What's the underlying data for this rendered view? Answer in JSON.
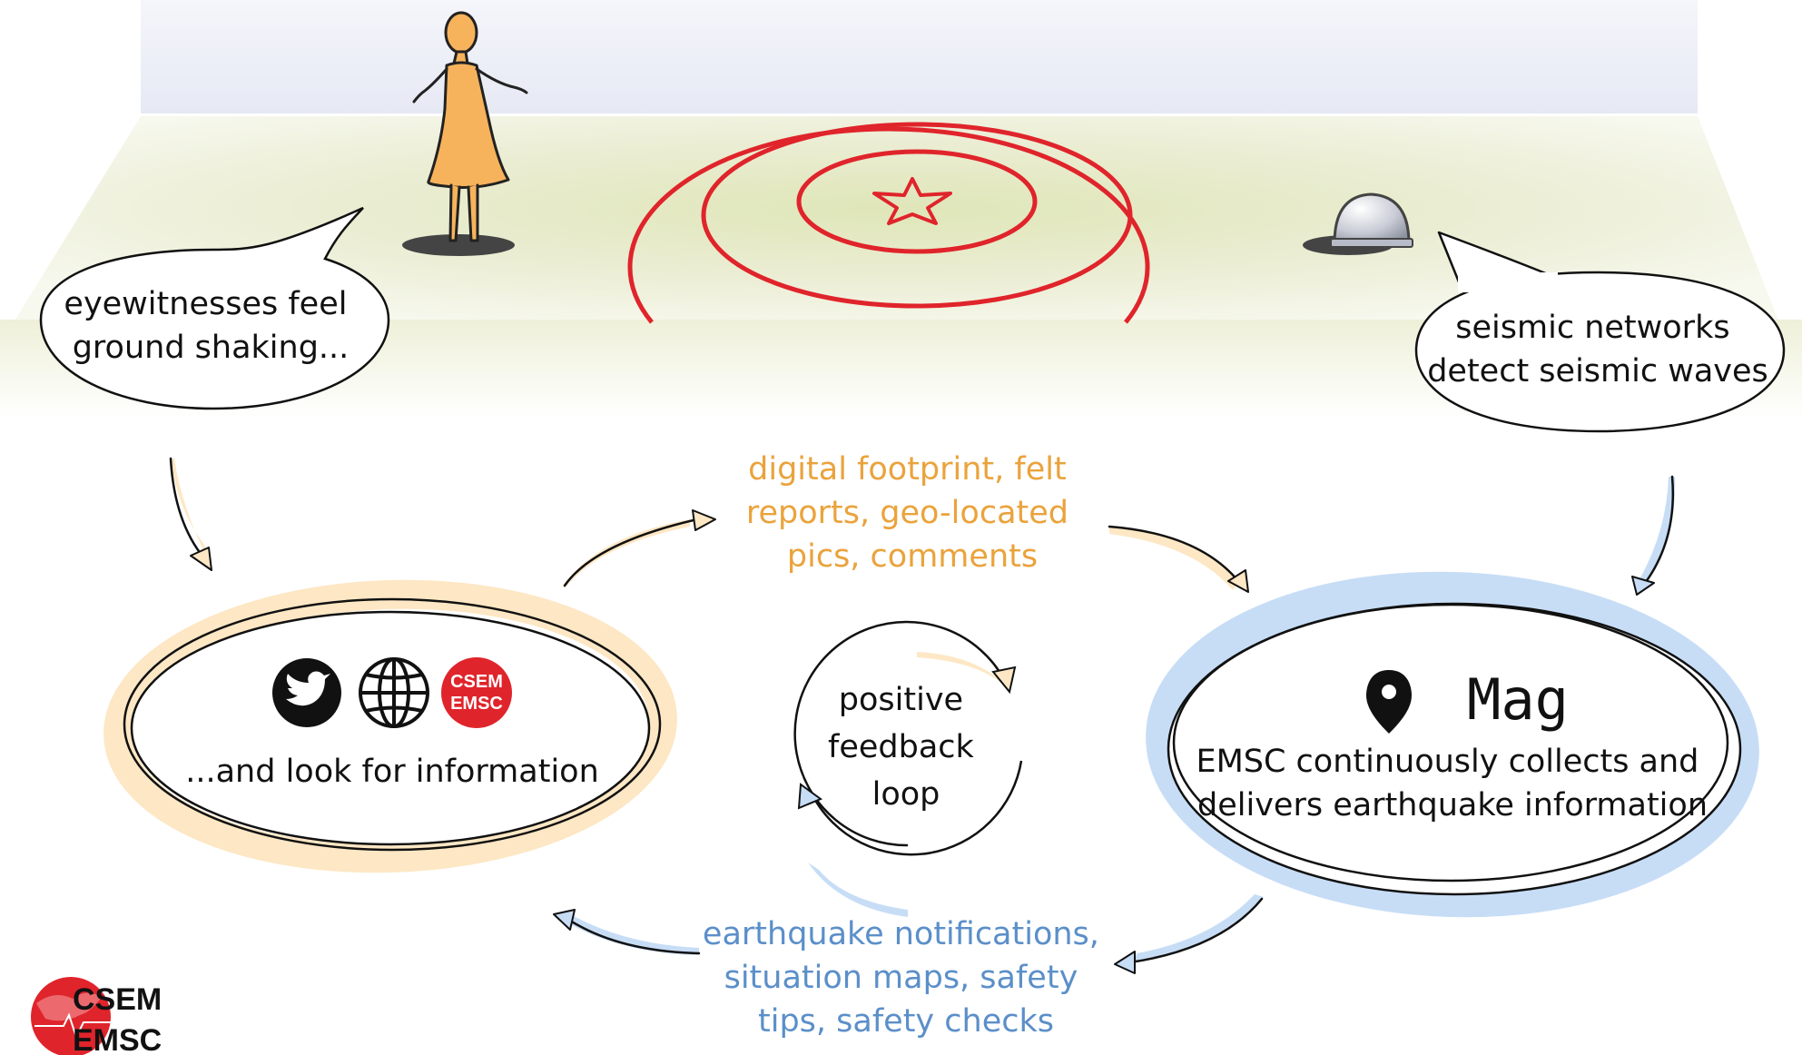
{
  "scene": {
    "left_bubble": [
      "eyewitnesses feel",
      "ground shaking..."
    ],
    "right_bubble": [
      "seismic networks",
      "detect seismic waves"
    ]
  },
  "loop": {
    "top_flow": [
      "digital footprint, felt",
      "reports, geo-located",
      "pics, comments"
    ],
    "center_label": [
      "positive",
      "feedback",
      "loop"
    ],
    "bottom_flow": [
      "earthquake notifications,",
      "situation maps, safety",
      "tips, safety checks"
    ]
  },
  "left_node": {
    "text": "...and look for information",
    "icons": [
      "twitter-icon",
      "globe-icon",
      "csem-emsc-badge"
    ],
    "badge_text": [
      "CSEM",
      "EMSC"
    ]
  },
  "right_node": {
    "mag_label": "Mag",
    "text": [
      "EMSC continuously collects and",
      "delivers earthquake information"
    ]
  },
  "logo": {
    "lines": [
      "CSEM",
      "EMSC"
    ]
  },
  "colors": {
    "orange": "#eaa33c",
    "orange_fill": "#fde7c4",
    "blue": "#5b8fc9",
    "blue_fill": "#c7ddf6",
    "red": "#e0242b",
    "ground": "#e8eccd",
    "sky": "#eef0f8"
  }
}
